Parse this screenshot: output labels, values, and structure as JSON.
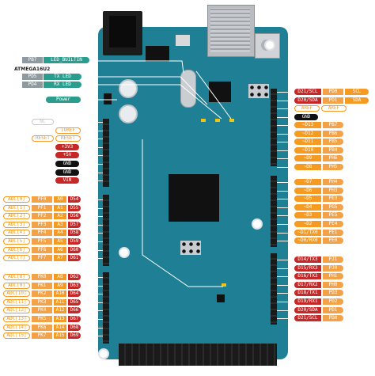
{
  "colors": {
    "adc": "#f59a23",
    "port": "#f3a247",
    "digital": "#f59a23",
    "power": "#c62828",
    "ground": "#111111",
    "led_green": "#2a9d8f",
    "led_grey": "#8d9aa0",
    "board": "#1e7f95"
  },
  "top_labels": {
    "pb7": "PB7",
    "led_builtin": "LED_BUILTIN",
    "atmega": "ATMEGA16U2",
    "pd5": "PD5",
    "tx_led": "TX LED",
    "pd4": "PD4",
    "rx_led": "RX LED",
    "power": "Power"
  },
  "left_power": [
    {
      "a": "NC",
      "b": ""
    },
    {
      "a": "",
      "b": "IOREF"
    },
    {
      "a": "RESET",
      "b": "RESET"
    },
    {
      "a": "",
      "b": "+3V3"
    },
    {
      "a": "",
      "b": "+5V"
    },
    {
      "a": "",
      "b": "GND"
    },
    {
      "a": "",
      "b": "GND"
    },
    {
      "a": "",
      "b": "VIN"
    }
  ],
  "left_analog_1": [
    {
      "adc": "ADC[0]",
      "port": "PF0",
      "a": "A0",
      "d": "D54"
    },
    {
      "adc": "ADC[1]",
      "port": "PF1",
      "a": "A1",
      "d": "D55"
    },
    {
      "adc": "ADC[2]",
      "port": "PF2",
      "a": "A2",
      "d": "D56"
    },
    {
      "adc": "ADC[3]",
      "port": "PF3",
      "a": "A3",
      "d": "D57"
    },
    {
      "adc": "ADC[4]",
      "port": "PF4",
      "a": "A4",
      "d": "D58"
    },
    {
      "adc": "ADC[5]",
      "port": "PF5",
      "a": "A5",
      "d": "D59"
    },
    {
      "adc": "ADC[6]",
      "port": "PF6",
      "a": "A6",
      "d": "D60"
    },
    {
      "adc": "ADC[7]",
      "port": "PF7",
      "a": "A7",
      "d": "D61"
    }
  ],
  "left_analog_2": [
    {
      "adc": "ADC[8]",
      "port": "PK0",
      "a": "A8",
      "d": "D62"
    },
    {
      "adc": "ADC[9]",
      "port": "PK1",
      "a": "A9",
      "d": "D63"
    },
    {
      "adc": "ADC[10]",
      "port": "PK2",
      "a": "A10",
      "d": "D64"
    },
    {
      "adc": "ADC[11]",
      "port": "PK3",
      "a": "A11",
      "d": "D65"
    },
    {
      "adc": "ADC[12]",
      "port": "PK4",
      "a": "A12",
      "d": "D66"
    },
    {
      "adc": "ADC[13]",
      "port": "PK5",
      "a": "A13",
      "d": "D67"
    },
    {
      "adc": "ADC[14]",
      "port": "PK6",
      "a": "A14",
      "d": "D68"
    },
    {
      "adc": "ADC[15]",
      "port": "PK7",
      "a": "A15",
      "d": "D69"
    }
  ],
  "right_top": [
    {
      "pin": "D21/SCL",
      "port": "PD0",
      "fn": "SCL"
    },
    {
      "pin": "D20/SDA",
      "port": "PD1",
      "fn": "SDA"
    },
    {
      "pin": "AREF",
      "port": "AREF",
      "fn": ""
    },
    {
      "pin": "GND",
      "port": "",
      "fn": ""
    }
  ],
  "right_digital_1": [
    {
      "pin": "~D13",
      "port": "PB7"
    },
    {
      "pin": "~D12",
      "port": "PB6"
    },
    {
      "pin": "~D11",
      "port": "PB5"
    },
    {
      "pin": "~D10",
      "port": "PB4"
    },
    {
      "pin": "~D9",
      "port": "PH6"
    },
    {
      "pin": "~D8",
      "port": "PH5"
    }
  ],
  "right_digital_2": [
    {
      "pin": "~D7",
      "port": "PH4"
    },
    {
      "pin": "~D6",
      "port": "PH3"
    },
    {
      "pin": "~D5",
      "port": "PE3"
    },
    {
      "pin": "~D4",
      "port": "PG5"
    },
    {
      "pin": "~D3",
      "port": "PE5"
    },
    {
      "pin": "~D2",
      "port": "PE4"
    },
    {
      "pin": "~D1/TX0",
      "port": "PE1"
    },
    {
      "pin": "~D0/RX0",
      "port": "PE0"
    }
  ],
  "right_digital_3": [
    {
      "pin": "D14/TX3",
      "port": "PJ1"
    },
    {
      "pin": "D15/RX3",
      "port": "PJ0"
    },
    {
      "pin": "D16/TX2",
      "port": "PH1"
    },
    {
      "pin": "D17/RX2",
      "port": "PH0"
    },
    {
      "pin": "D18/TX1",
      "port": "PD3"
    },
    {
      "pin": "D19/RX1",
      "port": "PD2"
    },
    {
      "pin": "D20/SDA",
      "port": "PD1"
    },
    {
      "pin": "D21/SCL",
      "port": "PD0"
    }
  ]
}
